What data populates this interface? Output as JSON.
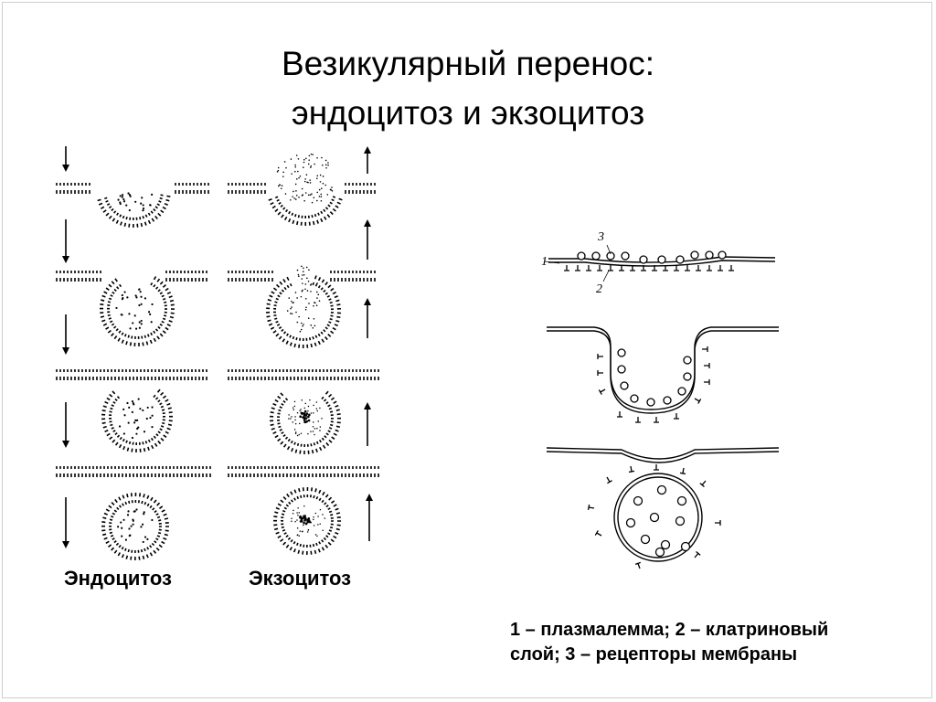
{
  "title": {
    "line1": "Везикулярный перенос:",
    "line2": "эндоцитоз и экзоцитоз"
  },
  "captions": {
    "endocytosis": "Эндоцитоз",
    "exocytosis": "Экзоцитоз"
  },
  "labels": {
    "one": "1",
    "two": "2",
    "three": "3"
  },
  "legend": {
    "line1": "1 – плазмалемма; 2 – клатриновый",
    "line2": "слой; 3 – рецепторы мембраны"
  }
}
